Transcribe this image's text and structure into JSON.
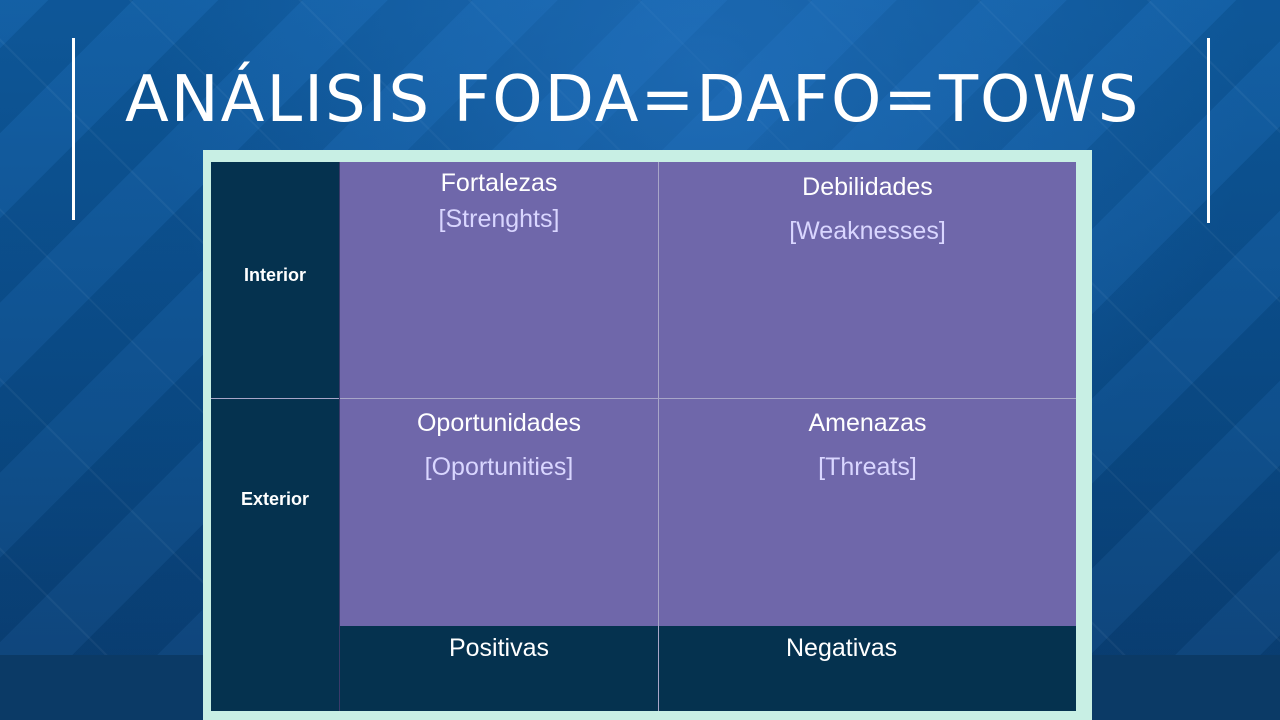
{
  "slide": {
    "title": "ANÁLISIS FODA=DAFO=TOWS"
  },
  "matrix": {
    "rows": [
      {
        "label": "Interior"
      },
      {
        "label": "Exterior"
      }
    ],
    "quadrants": {
      "strengths": {
        "title": "Fortalezas",
        "subtitle": "[Strenghts]"
      },
      "weaknesses": {
        "title": "Debilidades",
        "subtitle": "[Weaknesses]"
      },
      "opportunities": {
        "title": "Oportunidades",
        "subtitle": "[Oportunities]"
      },
      "threats": {
        "title": "Amenazas",
        "subtitle": "[Threats]"
      }
    },
    "columns": [
      {
        "label": "Positivas"
      },
      {
        "label": "Negativas"
      }
    ]
  },
  "colors": {
    "background": "#0b4f8e",
    "frame": "#c8efe4",
    "dark_cell": "#05324f",
    "purple_cell": "#6f67aa"
  }
}
